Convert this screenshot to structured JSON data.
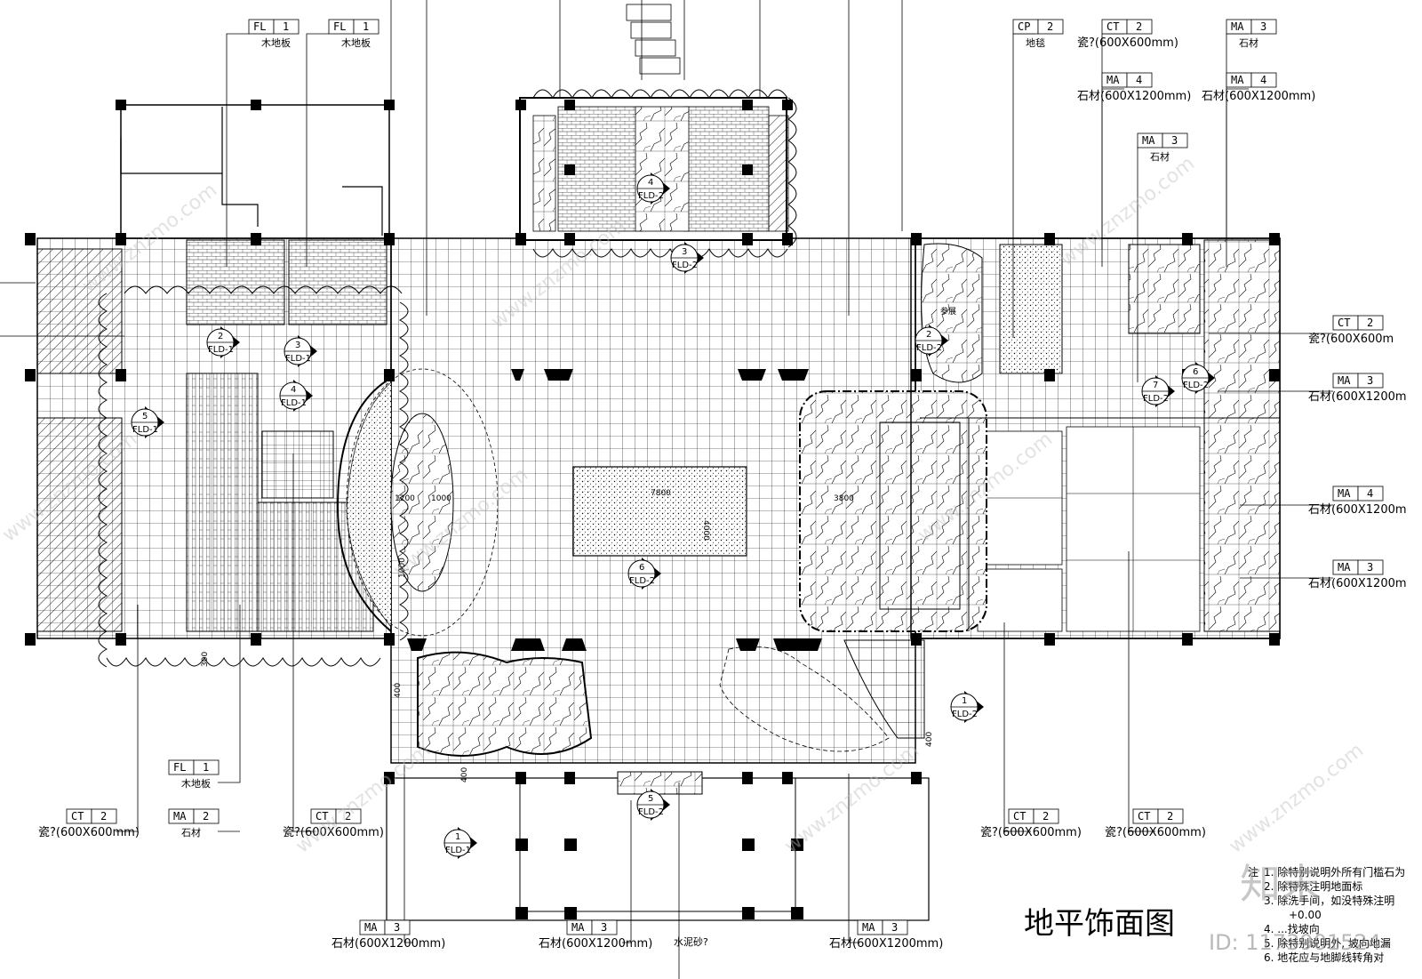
{
  "drawing_title": "地平饰面图",
  "notes_label": "注",
  "notes": [
    "1.  除特别说明外所有门槛石为",
    "2.  除特殊注明地面标",
    "3.  除洗手间，如没特殊注明",
    "+0.00",
    "4.  ...找坡向",
    "5.  除特别说明外, 坡向地漏",
    "6.  地花应与地脚线转角对"
  ],
  "watermark": "www.znzmo.com",
  "brand_watermark": "知末",
  "id_watermark": "ID: 1173901524",
  "material_tags": [
    {
      "code": "FL",
      "num": "1",
      "label": "木地板"
    },
    {
      "code": "FL",
      "num": "1",
      "label": "木地板"
    },
    {
      "code": "CP",
      "num": "2",
      "label": "地毯"
    },
    {
      "code": "CT",
      "num": "2",
      "label": "瓷?(600X600mm)"
    },
    {
      "code": "MA",
      "num": "3",
      "label": "石材"
    },
    {
      "code": "MA",
      "num": "4",
      "label": "石材(600X1200mm)"
    },
    {
      "code": "MA",
      "num": "4",
      "label": "石材(600X1200mm)"
    },
    {
      "code": "MA",
      "num": "3",
      "label": "石材"
    },
    {
      "code": "CT",
      "num": "2",
      "label": "瓷?(600X600m"
    },
    {
      "code": "MA",
      "num": "3",
      "label": "石材(600X1200m"
    },
    {
      "code": "MA",
      "num": "4",
      "label": "石材(600X1200m"
    },
    {
      "code": "MA",
      "num": "3",
      "label": "石材(600X1200m"
    },
    {
      "code": "FL",
      "num": "1",
      "label": "木地板"
    },
    {
      "code": "CT",
      "num": "2",
      "label": "瓷?(600X600mm)"
    },
    {
      "code": "MA",
      "num": "2",
      "label": "石材"
    },
    {
      "code": "CT",
      "num": "2",
      "label": "瓷?(600X600mm)"
    },
    {
      "code": "CT",
      "num": "2",
      "label": "瓷?(600X600mm)"
    },
    {
      "code": "CT",
      "num": "2",
      "label": "瓷?(600X600mm)"
    },
    {
      "code": "MA",
      "num": "3",
      "label": "石材(600X1200mm)"
    },
    {
      "code": "MA",
      "num": "3",
      "label": "石材(600X1200mm)"
    },
    {
      "code": "MA",
      "num": "3",
      "label": "石材(600X1200mm)"
    }
  ],
  "section_markers": [
    {
      "num": "4",
      "ref": "FLD-2"
    },
    {
      "num": "3",
      "ref": "FLD-2"
    },
    {
      "num": "2",
      "ref": "FLD-1"
    },
    {
      "num": "3",
      "ref": "FLD-1"
    },
    {
      "num": "4",
      "ref": "FLD-1"
    },
    {
      "num": "5",
      "ref": "FLD-1"
    },
    {
      "num": "2",
      "ref": "FLD-2"
    },
    {
      "num": "6",
      "ref": "FLD-2"
    },
    {
      "num": "7",
      "ref": "FLD-2"
    },
    {
      "num": "6",
      "ref": "FLD-2"
    },
    {
      "num": "1",
      "ref": "FLD-2"
    },
    {
      "num": "5",
      "ref": "FLD-2"
    },
    {
      "num": "1",
      "ref": "FLD-1"
    }
  ],
  "dimensions": [
    "1200",
    "1000",
    "1000",
    "7800",
    "4000",
    "3800",
    "300",
    "400",
    "400",
    "400"
  ],
  "room_label": "参展",
  "floor_note": "水泥砂?"
}
